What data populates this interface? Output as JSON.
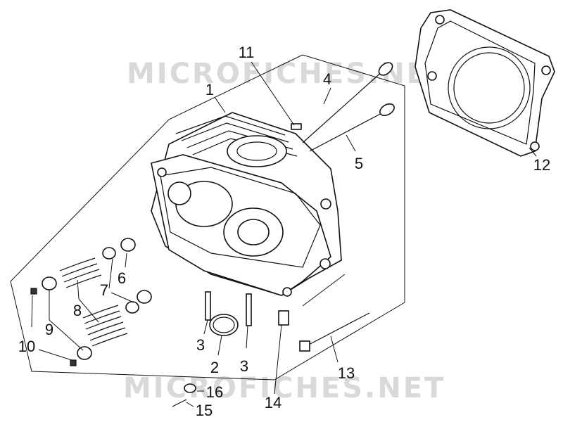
{
  "watermark": {
    "top": "MICROFICHES.NET",
    "bottom": "MICROFICHES.NET"
  },
  "callouts": {
    "c1": "1",
    "c2": "2",
    "c3a": "3",
    "c3b": "3",
    "c4": "4",
    "c5": "5",
    "c6": "6",
    "c7": "7",
    "c8": "8",
    "c9": "9",
    "c10": "10",
    "c11": "11",
    "c12": "12",
    "c13": "13",
    "c14": "14",
    "c15": "15",
    "c16": "16"
  }
}
